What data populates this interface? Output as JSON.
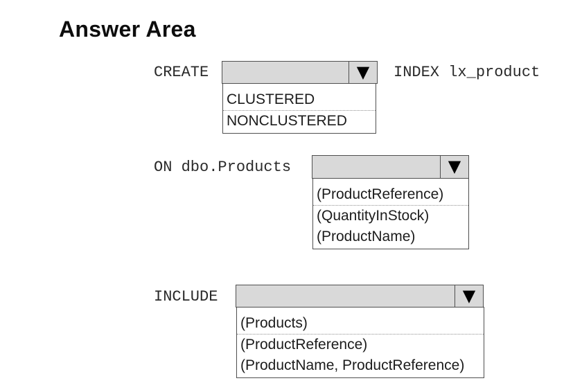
{
  "title": "Answer Area",
  "icons": {
    "dropdown_arrow": "▼"
  },
  "colors": {
    "dropdown_fill": "#d9d9d9",
    "border": "#4f4f4f",
    "text": "#1c1c1c"
  },
  "rows": [
    {
      "label": "CREATE",
      "suffix": "INDEX lx_product",
      "value": "",
      "options": [
        "CLUSTERED",
        "NONCLUSTERED"
      ]
    },
    {
      "label": "ON dbo.Products",
      "suffix": "",
      "value": "",
      "options": [
        "(ProductReference)",
        "(QuantityInStock)",
        "(ProductName)"
      ]
    },
    {
      "label": "INCLUDE",
      "suffix": "",
      "value": "",
      "options": [
        "(Products)",
        "(ProductReference)",
        "(ProductName, ProductReference)"
      ]
    }
  ]
}
